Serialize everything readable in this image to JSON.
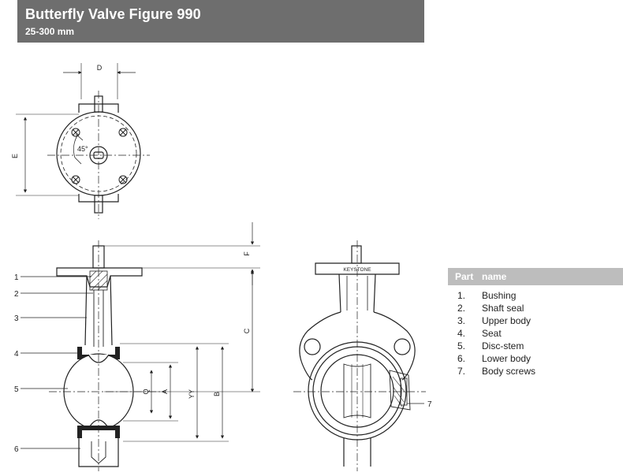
{
  "header": {
    "title": "Butterfly Valve Figure 990",
    "subtitle": "25-300 mm"
  },
  "dimensions": {
    "D": "D",
    "E": "E",
    "F": "F",
    "C": "C",
    "B": "B",
    "YY": "YY",
    "A": "A",
    "Q": "Q",
    "angle": "45°"
  },
  "callouts": [
    "1",
    "2",
    "3",
    "4",
    "5",
    "6",
    "7"
  ],
  "brand_plate": "KEYSTONE",
  "parts_table": {
    "header_part": "Part",
    "header_name": "name",
    "rows": [
      {
        "num": "1.",
        "name": "Bushing"
      },
      {
        "num": "2.",
        "name": "Shaft seal"
      },
      {
        "num": "3.",
        "name": "Upper body"
      },
      {
        "num": "4.",
        "name": "Seat"
      },
      {
        "num": "5.",
        "name": "Disc-stem"
      },
      {
        "num": "6.",
        "name": "Lower body"
      },
      {
        "num": "7.",
        "name": "Body screws"
      }
    ]
  },
  "colors": {
    "header_bg": "#6e6e6e",
    "table_header_bg": "#bdbdbd",
    "line": "#222222"
  }
}
